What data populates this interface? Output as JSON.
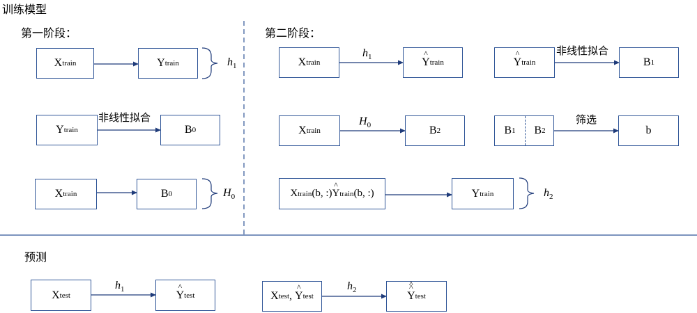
{
  "headings": {
    "training": "训练模型",
    "stage1": "第一阶段：",
    "stage2": "第二阶段：",
    "predict": "预测"
  },
  "terms": {
    "X": "X",
    "Y": "Y",
    "B": "B",
    "b": "b",
    "train": "train",
    "test": "test",
    "h": "h",
    "H": "H",
    "one": "1",
    "two": "2",
    "zero": "0",
    "index": "(b, :)",
    "comma": ","
  },
  "edge_labels": {
    "nonlinear_fit": "非线性拟合",
    "filter": "筛选"
  }
}
